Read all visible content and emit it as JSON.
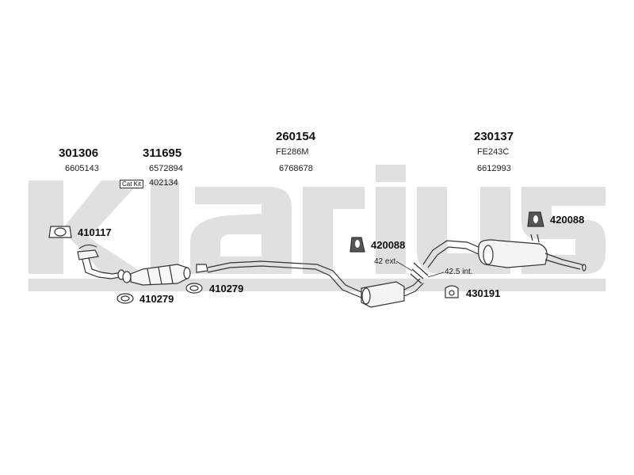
{
  "watermark": {
    "text": "Klarius",
    "color": "#e0e0e0"
  },
  "parts": {
    "p301306": {
      "number": "301306",
      "oem": "6605143"
    },
    "p311695": {
      "number": "311695",
      "oem": "6572894",
      "badge": "Cat Kit",
      "kit_code": "402134"
    },
    "p260154": {
      "number": "260154",
      "code": "FE286M",
      "oem": "6768678"
    },
    "p230137": {
      "number": "230137",
      "code": "FE243C",
      "oem": "6612993"
    }
  },
  "callouts": {
    "c410117": "410117",
    "c410279_a": "410279",
    "c410279_b": "410279",
    "c420088_a": "420088",
    "c420088_b": "420088",
    "c430191": "430191"
  },
  "dimensions": {
    "ext": "42 ext.",
    "int": "42.5 int."
  }
}
